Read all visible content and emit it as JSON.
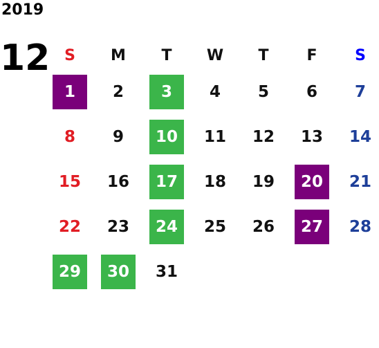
{
  "calendar": {
    "year": "2019",
    "month": "12",
    "weekdays": [
      "S",
      "M",
      "T",
      "W",
      "T",
      "F",
      "S"
    ],
    "weeks": [
      [
        {
          "d": "1",
          "hl": "purple"
        },
        {
          "d": "2"
        },
        {
          "d": "3",
          "hl": "green"
        },
        {
          "d": "4"
        },
        {
          "d": "5"
        },
        {
          "d": "6"
        },
        {
          "d": "7"
        }
      ],
      [
        {
          "d": "8"
        },
        {
          "d": "9"
        },
        {
          "d": "10",
          "hl": "green"
        },
        {
          "d": "11"
        },
        {
          "d": "12"
        },
        {
          "d": "13"
        },
        {
          "d": "14"
        }
      ],
      [
        {
          "d": "15"
        },
        {
          "d": "16"
        },
        {
          "d": "17",
          "hl": "green"
        },
        {
          "d": "18"
        },
        {
          "d": "19"
        },
        {
          "d": "20",
          "hl": "purple"
        },
        {
          "d": "21"
        }
      ],
      [
        {
          "d": "22"
        },
        {
          "d": "23"
        },
        {
          "d": "24",
          "hl": "green"
        },
        {
          "d": "25"
        },
        {
          "d": "26"
        },
        {
          "d": "27",
          "hl": "purple"
        },
        {
          "d": "28"
        }
      ],
      [
        {
          "d": "29",
          "hl": "green"
        },
        {
          "d": "30",
          "hl": "green"
        },
        {
          "d": "31"
        },
        {
          "d": ""
        },
        {
          "d": ""
        },
        {
          "d": ""
        },
        {
          "d": ""
        }
      ]
    ],
    "colors": {
      "sunday": "#e11d24",
      "saturday": "#1e3f99",
      "saturday_header": "#0000ff",
      "highlight_green": "#3bb54a",
      "highlight_purple": "#7a007a"
    }
  }
}
